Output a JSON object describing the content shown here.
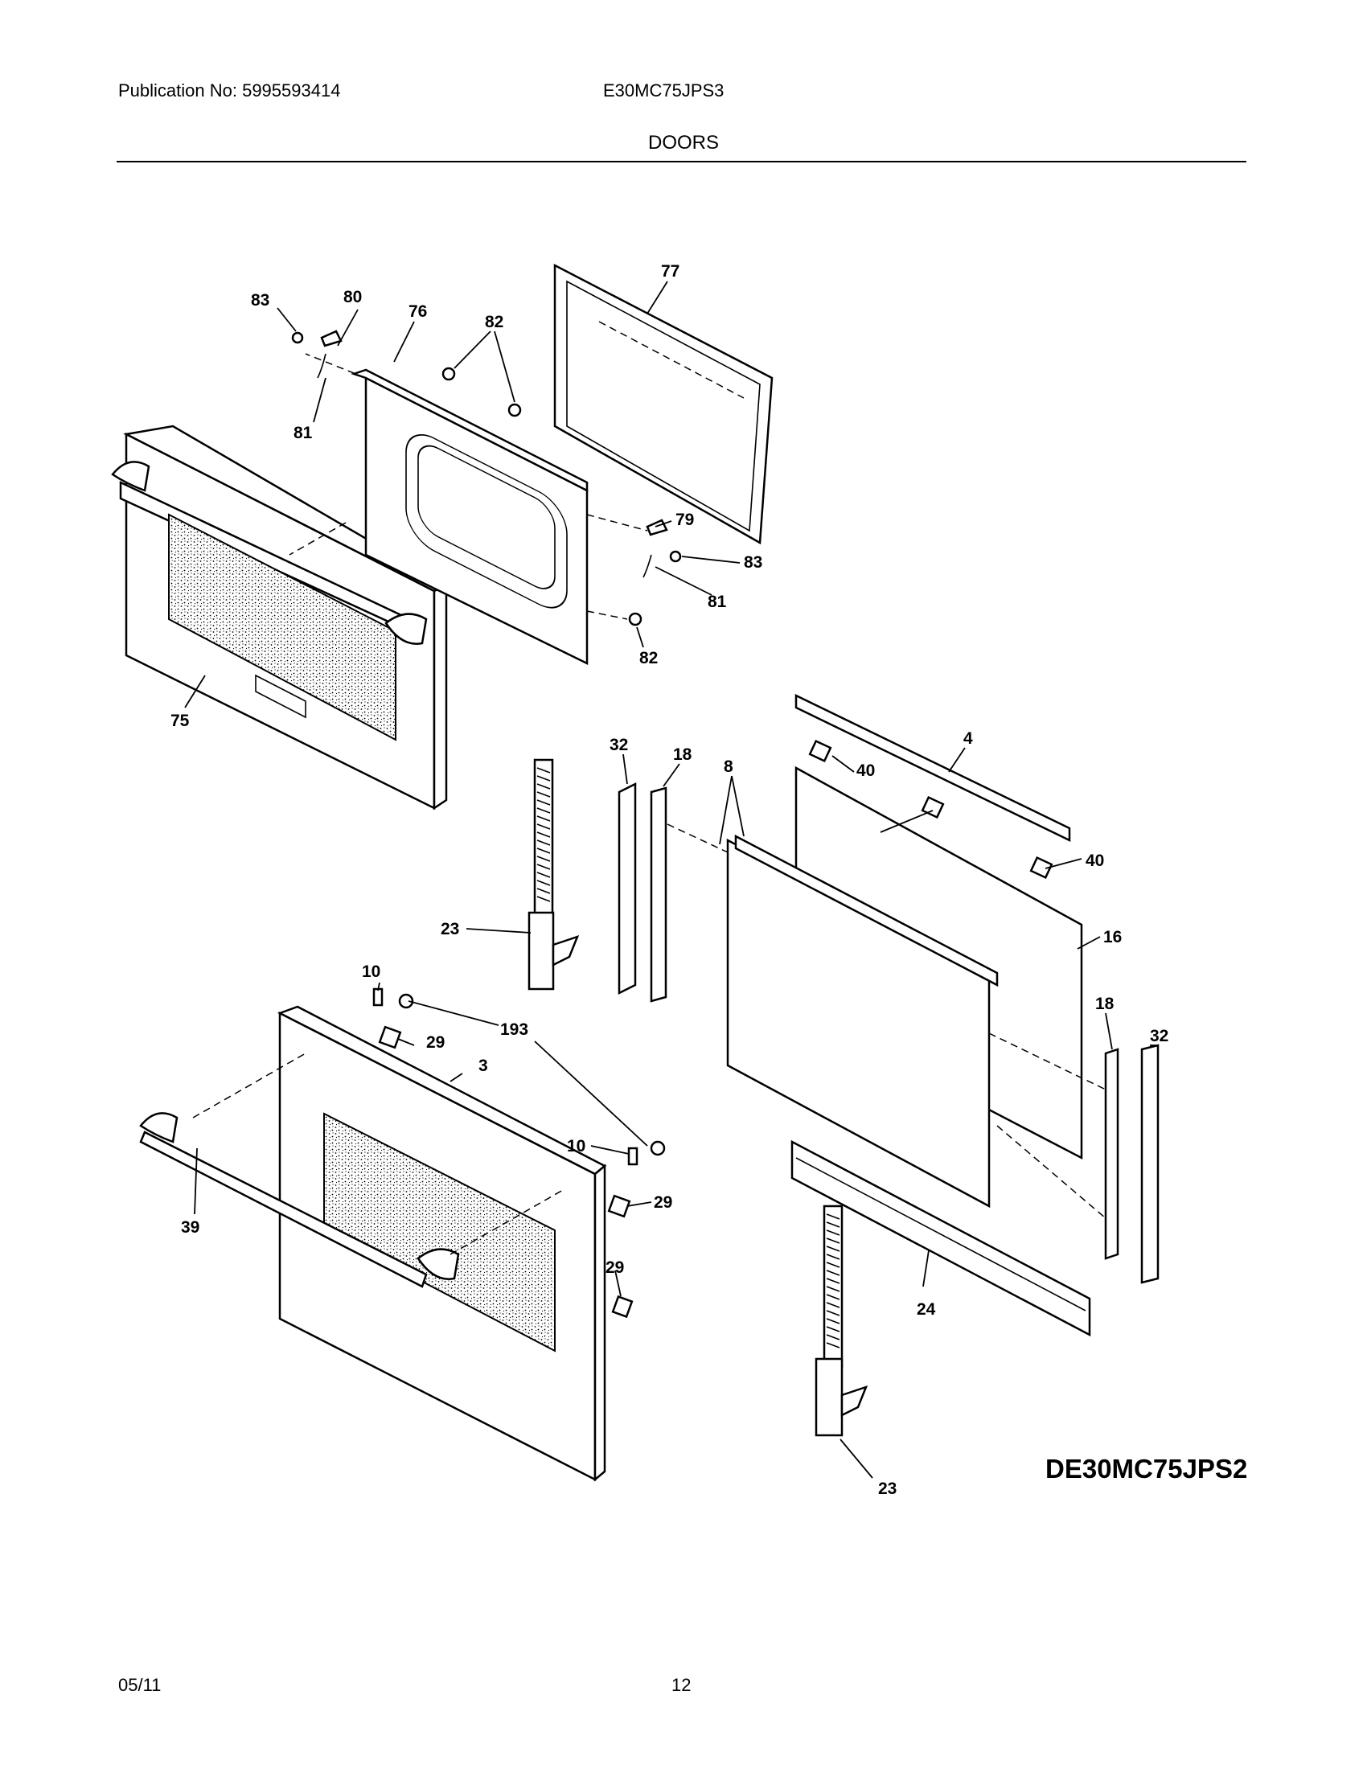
{
  "header": {
    "publication": "Publication No: 5995593414",
    "model": "E30MC75JPS3",
    "section": "DOORS"
  },
  "diagram": {
    "id": "DE30MC75JPS2",
    "callouts": {
      "c83a": "83",
      "c80": "80",
      "c76": "76",
      "c82a": "82",
      "c77": "77",
      "c81a": "81",
      "c79": "79",
      "c83b": "83",
      "c81b": "81",
      "c82b": "82",
      "c75": "75",
      "c4": "4",
      "c32a": "32",
      "c18a": "18",
      "c8": "8",
      "c40a": "40",
      "c40b": "40",
      "c23a": "23",
      "c16": "16",
      "c10a": "10",
      "c193": "193",
      "c29a": "29",
      "c3": "3",
      "c18b": "18",
      "c32b": "32",
      "c10b": "10",
      "c29b": "29",
      "c39": "39",
      "c29c": "29",
      "c24": "24",
      "c23b": "23"
    }
  },
  "footer": {
    "date": "05/11",
    "page": "12"
  }
}
